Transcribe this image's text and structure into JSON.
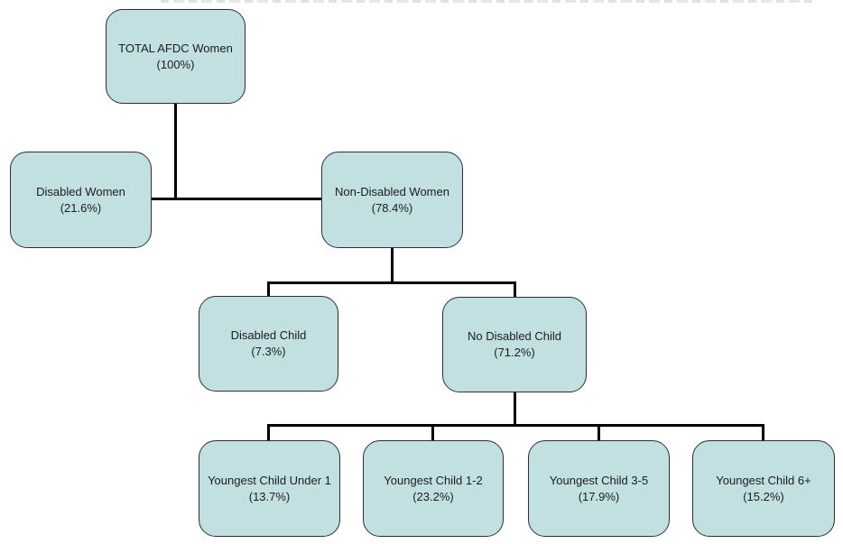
{
  "diagram": {
    "type": "org-tree-flowchart",
    "node_fill_color": "#c2e0e2",
    "node_border_color": "#2f2f2f",
    "connector_color": "#000000",
    "nodes": [
      {
        "id": "total",
        "label": "TOTAL AFDC Women",
        "value": "(100%)",
        "parent": null
      },
      {
        "id": "disabled-women",
        "label": "Disabled Women",
        "value": "(21.6%)",
        "parent": "total"
      },
      {
        "id": "non-disabled-women",
        "label": "Non-Disabled Women",
        "value": "(78.4%)",
        "parent": "total"
      },
      {
        "id": "disabled-child",
        "label": "Disabled Child",
        "value": "(7.3%)",
        "parent": "non-disabled-women"
      },
      {
        "id": "no-disabled-child",
        "label": "No Disabled Child",
        "value": "(71.2%)",
        "parent": "non-disabled-women"
      },
      {
        "id": "youngest-under-1",
        "label": "Youngest Child Under 1",
        "value": "(13.7%)",
        "parent": "no-disabled-child"
      },
      {
        "id": "youngest-1-2",
        "label": "Youngest Child 1-2",
        "value": "(23.2%)",
        "parent": "no-disabled-child"
      },
      {
        "id": "youngest-3-5",
        "label": "Youngest Child 3-5",
        "value": "(17.9%)",
        "parent": "no-disabled-child"
      },
      {
        "id": "youngest-6-plus",
        "label": "Youngest Child 6+",
        "value": "(15.2%)",
        "parent": "no-disabled-child"
      }
    ]
  }
}
